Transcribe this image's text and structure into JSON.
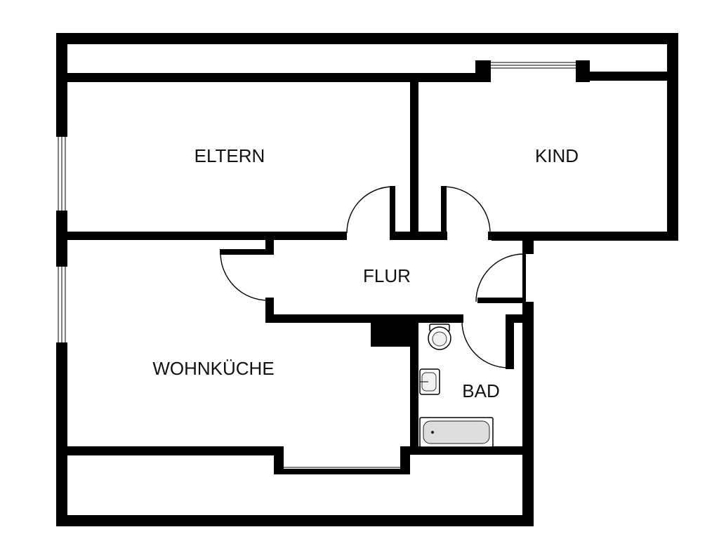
{
  "floor_plan": {
    "rooms": {
      "eltern": {
        "label": "ELTERN"
      },
      "kind": {
        "label": "KIND"
      },
      "flur": {
        "label": "FLUR"
      },
      "wohnkueche": {
        "label": "WOHNKÜCHE"
      },
      "bad": {
        "label": "BAD"
      }
    },
    "colors": {
      "wall": "#000000",
      "floor": "#ffffff",
      "text": "#111111"
    },
    "fixtures": [
      "toilet-icon",
      "sink-icon",
      "bathtub-icon"
    ]
  }
}
